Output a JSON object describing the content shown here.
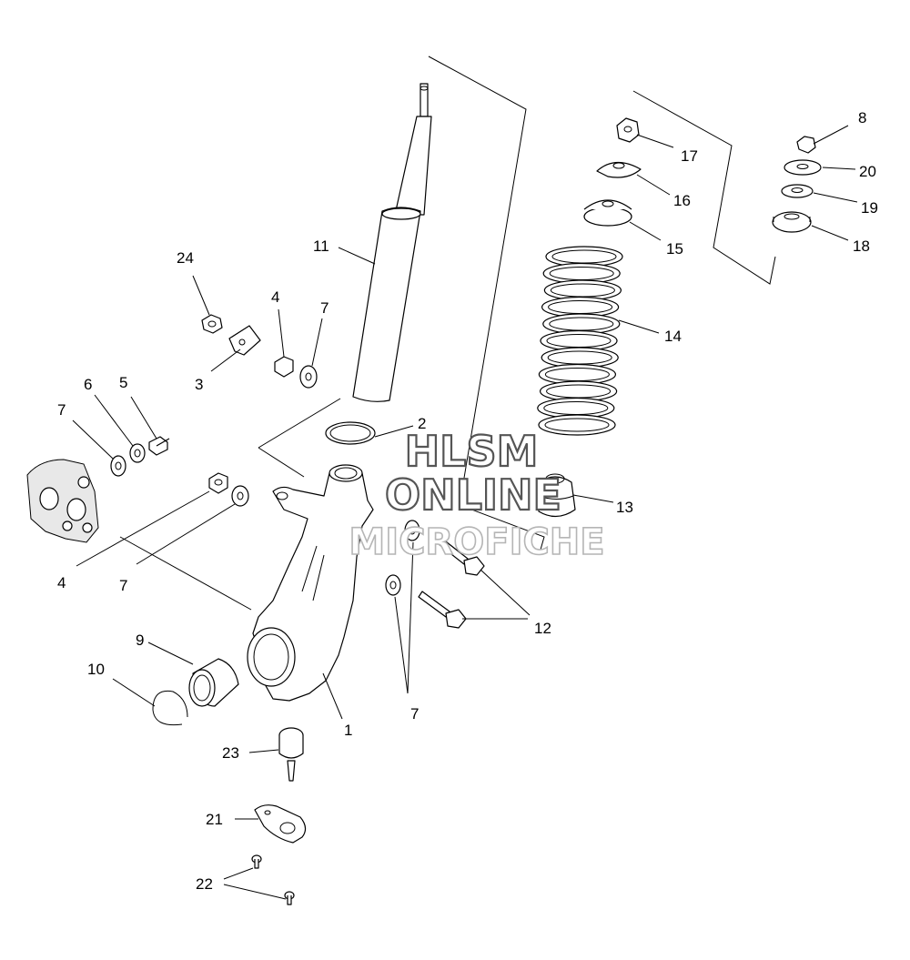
{
  "watermark": {
    "line1": "HLSM",
    "line2": "ONLINE",
    "line3": "MICROFICHE"
  },
  "callouts": [
    {
      "id": "c24",
      "text": "24"
    },
    {
      "id": "c3",
      "text": "3"
    },
    {
      "id": "c4a",
      "text": "4"
    },
    {
      "id": "c7a",
      "text": "7"
    },
    {
      "id": "c11",
      "text": "11"
    },
    {
      "id": "c2",
      "text": "2"
    },
    {
      "id": "c6",
      "text": "6"
    },
    {
      "id": "c5",
      "text": "5"
    },
    {
      "id": "c7b",
      "text": "7"
    },
    {
      "id": "c4b",
      "text": "4"
    },
    {
      "id": "c7c",
      "text": "7"
    },
    {
      "id": "c9",
      "text": "9"
    },
    {
      "id": "c10",
      "text": "10"
    },
    {
      "id": "c1",
      "text": "1"
    },
    {
      "id": "c23",
      "text": "23"
    },
    {
      "id": "c21",
      "text": "21"
    },
    {
      "id": "c22",
      "text": "22"
    },
    {
      "id": "c7d",
      "text": "7"
    },
    {
      "id": "c12",
      "text": "12"
    },
    {
      "id": "c13",
      "text": "13"
    },
    {
      "id": "c14",
      "text": "14"
    },
    {
      "id": "c15",
      "text": "15"
    },
    {
      "id": "c16",
      "text": "16"
    },
    {
      "id": "c17",
      "text": "17"
    },
    {
      "id": "c8",
      "text": "8"
    },
    {
      "id": "c20",
      "text": "20"
    },
    {
      "id": "c19",
      "text": "19"
    },
    {
      "id": "c18",
      "text": "18"
    }
  ]
}
